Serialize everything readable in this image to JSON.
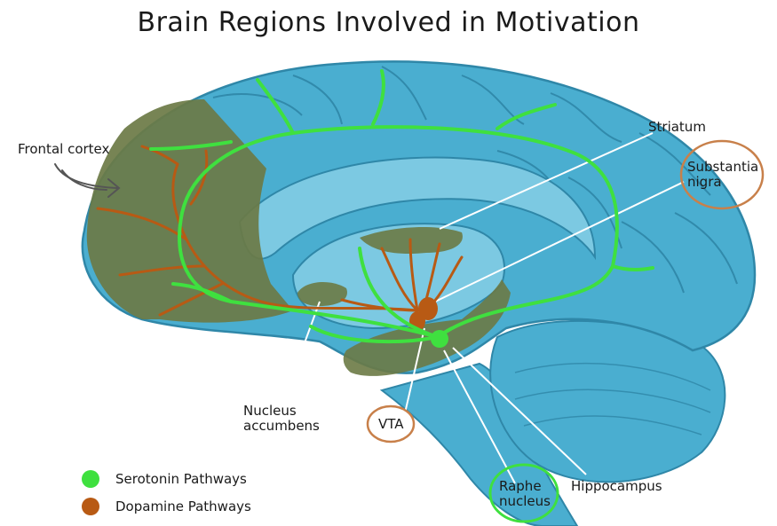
{
  "title": "Brain Regions Involved in Motivation",
  "labels": {
    "frontal_cortex": "Frontal cortex",
    "striatum": "Striatum",
    "substantia_nigra": "Substantia\nnigra",
    "nucleus_accumbens": "Nucleus\naccumbens",
    "vta": "VTA",
    "raphe_nucleus": "Raphe\nnucleus",
    "hippocampus": "Hippocampus"
  },
  "legend": [
    {
      "label": "Serotonin Pathways",
      "color": "#3fe03f"
    },
    {
      "label": "Dopamine Pathways",
      "color": "#b85a14"
    }
  ],
  "colors": {
    "brain": "#4aaed0",
    "brain_dark": "#2f87a8",
    "brain_light": "#7cc9e2",
    "region_overlay": "#6b7a45",
    "serotonin": "#3fe03f",
    "dopamine": "#b85a14",
    "circle_orange": "#c8804a",
    "circle_green": "#3fe03f"
  },
  "icons": [
    "arrow-icon"
  ]
}
